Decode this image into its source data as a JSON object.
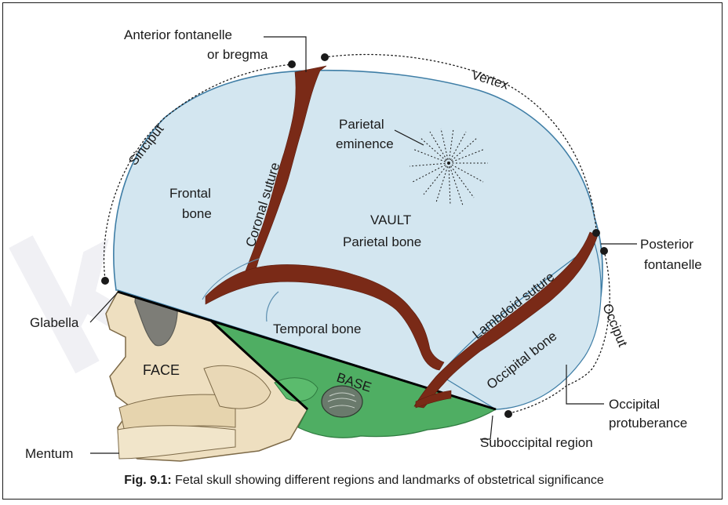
{
  "labels": {
    "anterior_fontanelle_line1": "Anterior fontanelle",
    "anterior_fontanelle_line2": "or bregma",
    "vertex": "Vertex",
    "sinciput": "Sinciput",
    "parietal_eminence_line1": "Parietal",
    "parietal_eminence_line2": "eminence",
    "frontal_bone_line1": "Frontal",
    "frontal_bone_line2": "bone",
    "coronal_suture": "Coronal suture",
    "vault": "VAULT",
    "parietal_bone": "Parietal bone",
    "posterior_fontanelle_line1": "Posterior",
    "posterior_fontanelle_line2": "fontanelle",
    "glabella": "Glabella",
    "temporal_bone": "Temporal bone",
    "lambdoid_suture": "Lambdoid suture",
    "occiput": "Occiput",
    "occipital_bone": "Occipital bone",
    "face": "FACE",
    "base": "BASE",
    "occipital_protuberance_line1": "Occipital",
    "occipital_protuberance_line2": "protuberance",
    "suboccipital_region": "Suboccipital region",
    "mentum": "Mentum"
  },
  "caption": {
    "number": "Fig. 9.1:",
    "text": " Fetal skull showing different regions and landmarks of obstetrical significance"
  },
  "watermark": "kusl",
  "colors": {
    "vault": "#d3e6f0",
    "vault_outline": "#3f7ea6",
    "base": "#4fae63",
    "face": "#eedfc0",
    "suture": "#7a2a17"
  }
}
